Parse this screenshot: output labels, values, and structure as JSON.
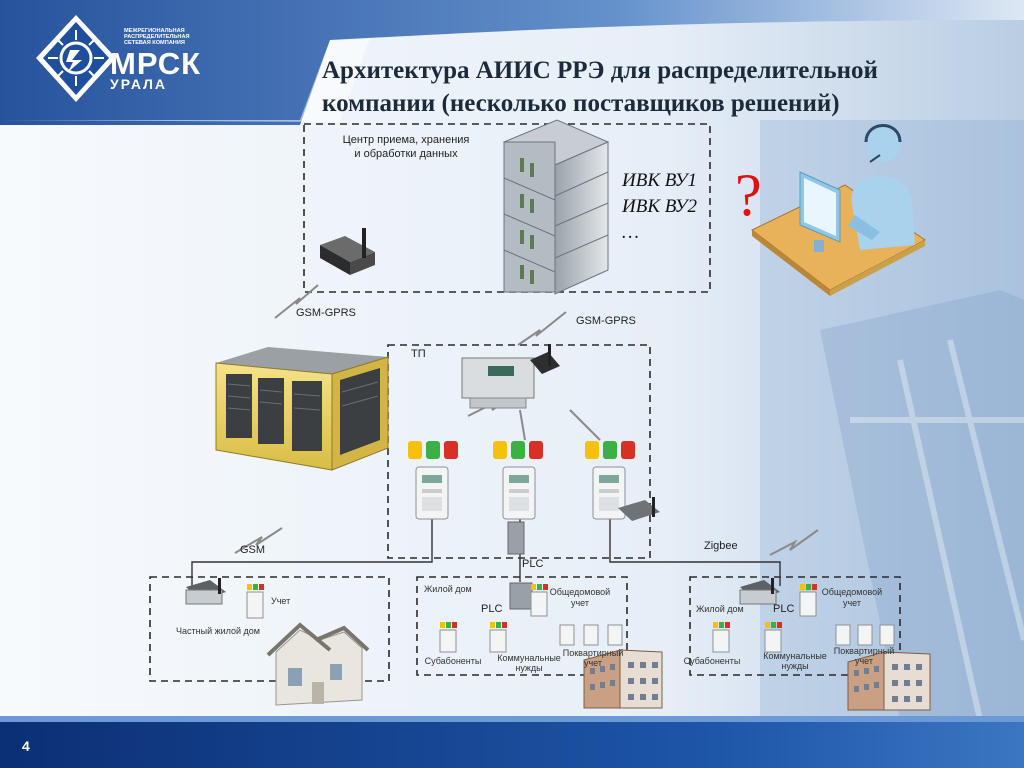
{
  "slide": {
    "title_line1": "Архитектура АИИС РРЭ для распределительной",
    "title_line2": "компании (несколько поставщиков решений)",
    "page_number": "4"
  },
  "logo": {
    "name": "МРСК",
    "subname": "УРАЛА",
    "tagline_line1": "МЕЖРЕГИОНАЛЬНАЯ",
    "tagline_line2": "РАСПРЕДЕЛИТЕЛЬНАЯ",
    "tagline_line3": "СЕТЕВАЯ КОМПАНИЯ"
  },
  "center": {
    "label_line1": "Центр приема, хранения",
    "label_line2": "и обработки данных",
    "ivk1": "ИВК ВУ1",
    "ivk2": "ИВК ВУ2",
    "ivk3": "…",
    "question": "?"
  },
  "links": {
    "gsm_gprs_left": "GSM-GPRS",
    "gsm_gprs_right": "GSM-GPRS",
    "gsm": "GSM",
    "plc_main": "PLC",
    "zigbee": "Zigbee"
  },
  "tp": {
    "label": "ТП"
  },
  "private_house": {
    "meter_label": "Учет",
    "house_label": "Частный жилой дом"
  },
  "building_plc": {
    "house_label": "Жилой дом",
    "common_label_line1": "Общедомовой",
    "common_label_line2": "учет",
    "plc_label": "PLC",
    "sub_label": "Субабоненты",
    "comm_label_line1": "Коммунальные",
    "comm_label_line2": "нужды",
    "apt_label_line1": "Поквартирный",
    "apt_label_line2": "учет"
  },
  "building_zigbee": {
    "house_label": "Жилой дом",
    "common_label_line1": "Общедомовой",
    "common_label_line2": "учет",
    "plc_label": "PLC",
    "sub_label": "Субабоненты",
    "comm_label_line1": "Коммунальные",
    "comm_label_line2": "нужды",
    "apt_label_line1": "Поквартирный",
    "apt_label_line2": "учет"
  },
  "colors": {
    "brand_blue": "#1f4f9c",
    "footer_blue": "#0f3d8a",
    "alert_red": "#e01010",
    "indicator_yellow": "#f4c20d",
    "indicator_green": "#3cb043",
    "indicator_red": "#d93025"
  }
}
